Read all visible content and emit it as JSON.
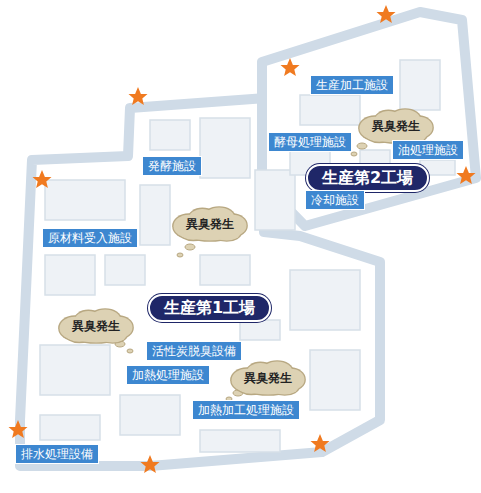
{
  "diagram": {
    "nodes": [
      {
        "text": [
          "生産加工施設"
        ]
      },
      {
        "text": [
          "異臭発生"
        ]
      },
      {
        "text": [
          "酵母処理施設"
        ]
      },
      {
        "text": [
          "油処理施設"
        ]
      },
      {
        "text": [
          "発酵施設"
        ]
      },
      {
        "text": [
          "生産第2工場"
        ]
      },
      {
        "text": [
          "冷却施設"
        ]
      },
      {
        "text": [
          "異臭発生"
        ]
      },
      {
        "text": [
          "原材料受入施設"
        ]
      },
      {
        "text": [
          "生産第1工場"
        ]
      },
      {
        "text": [
          "異臭発生"
        ]
      },
      {
        "text": [
          "活性炭脱臭設備"
        ]
      },
      {
        "text": [
          "加熱処理施設"
        ]
      },
      {
        "text": [
          "異臭発生"
        ]
      },
      {
        "text": [
          "加熱加工処理施設"
        ]
      },
      {
        "text": [
          "排水処理設備"
        ]
      }
    ]
  }
}
